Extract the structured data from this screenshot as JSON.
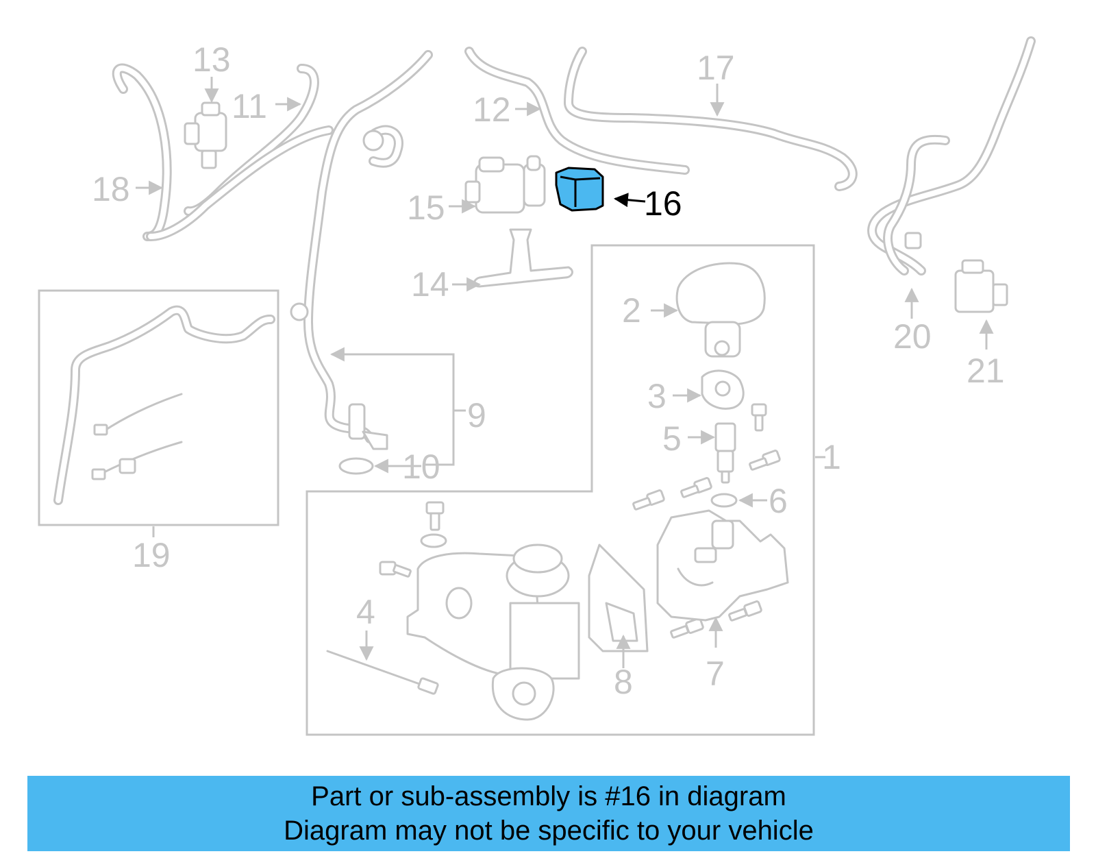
{
  "highlight": {
    "part_number": "16",
    "color": "#4bb8f0"
  },
  "callouts": [
    "1",
    "2",
    "3",
    "4",
    "5",
    "6",
    "7",
    "8",
    "9",
    "10",
    "11",
    "12",
    "13",
    "14",
    "15",
    "16",
    "17",
    "18",
    "19",
    "20",
    "21"
  ],
  "banner": {
    "line1": "Part or sub-assembly is #16 in diagram",
    "line2": "Diagram may not be specific to your vehicle",
    "color": "#4bb8f0"
  }
}
